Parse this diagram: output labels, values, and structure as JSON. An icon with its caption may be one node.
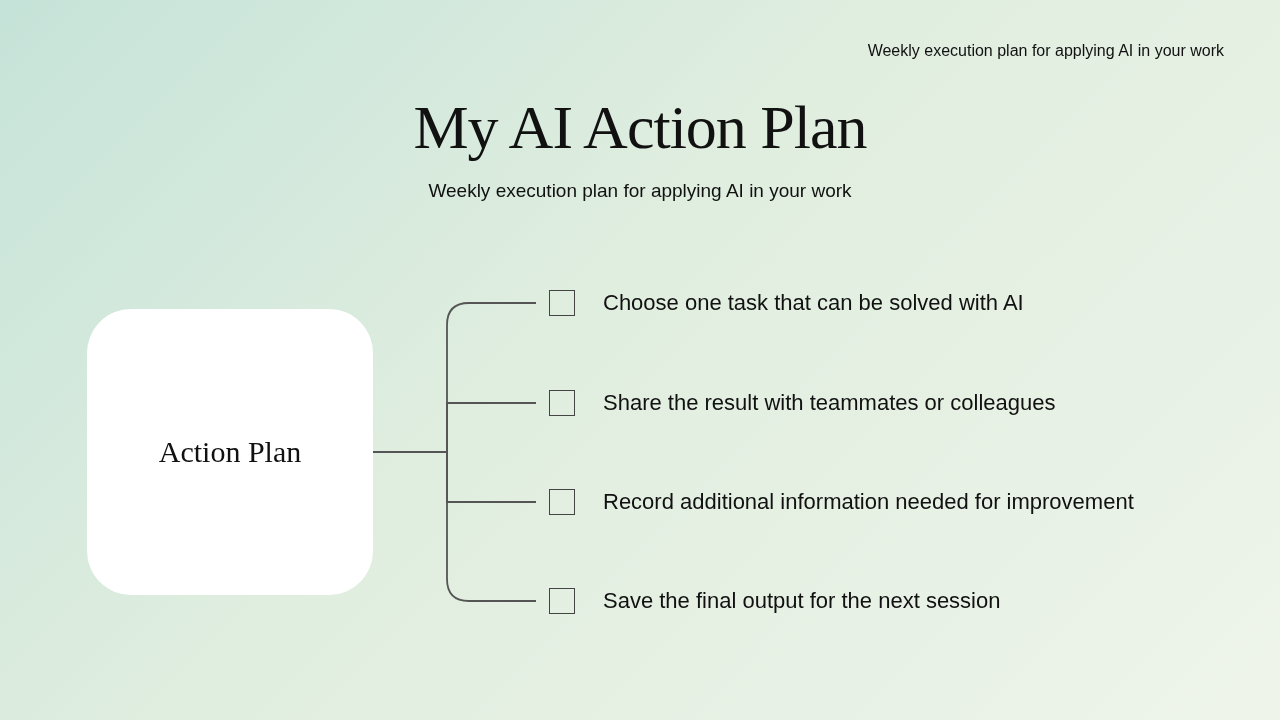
{
  "diagram": {
    "title": "My AI Action Plan",
    "nodes": [
      {
        "text": [
          "Action Plan"
        ]
      },
      {
        "text": [
          "Choose one task that can be solved with AI"
        ]
      },
      {
        "text": [
          "Share the result with teammates or colleagues"
        ]
      },
      {
        "text": [
          "Record additional information needed for improvement"
        ]
      },
      {
        "text": [
          "Save the final output for the next session"
        ]
      }
    ],
    "edges": [
      {
        "from": 0,
        "to": 1,
        "arrow": "none"
      },
      {
        "from": 0,
        "to": 2,
        "arrow": "none"
      },
      {
        "from": 0,
        "to": 3,
        "arrow": "none"
      },
      {
        "from": 0,
        "to": 4,
        "arrow": "none"
      }
    ],
    "labels": [
      "Weekly execution plan for applying AI in your work",
      "Weekly execution plan for applying AI in your work"
    ]
  }
}
